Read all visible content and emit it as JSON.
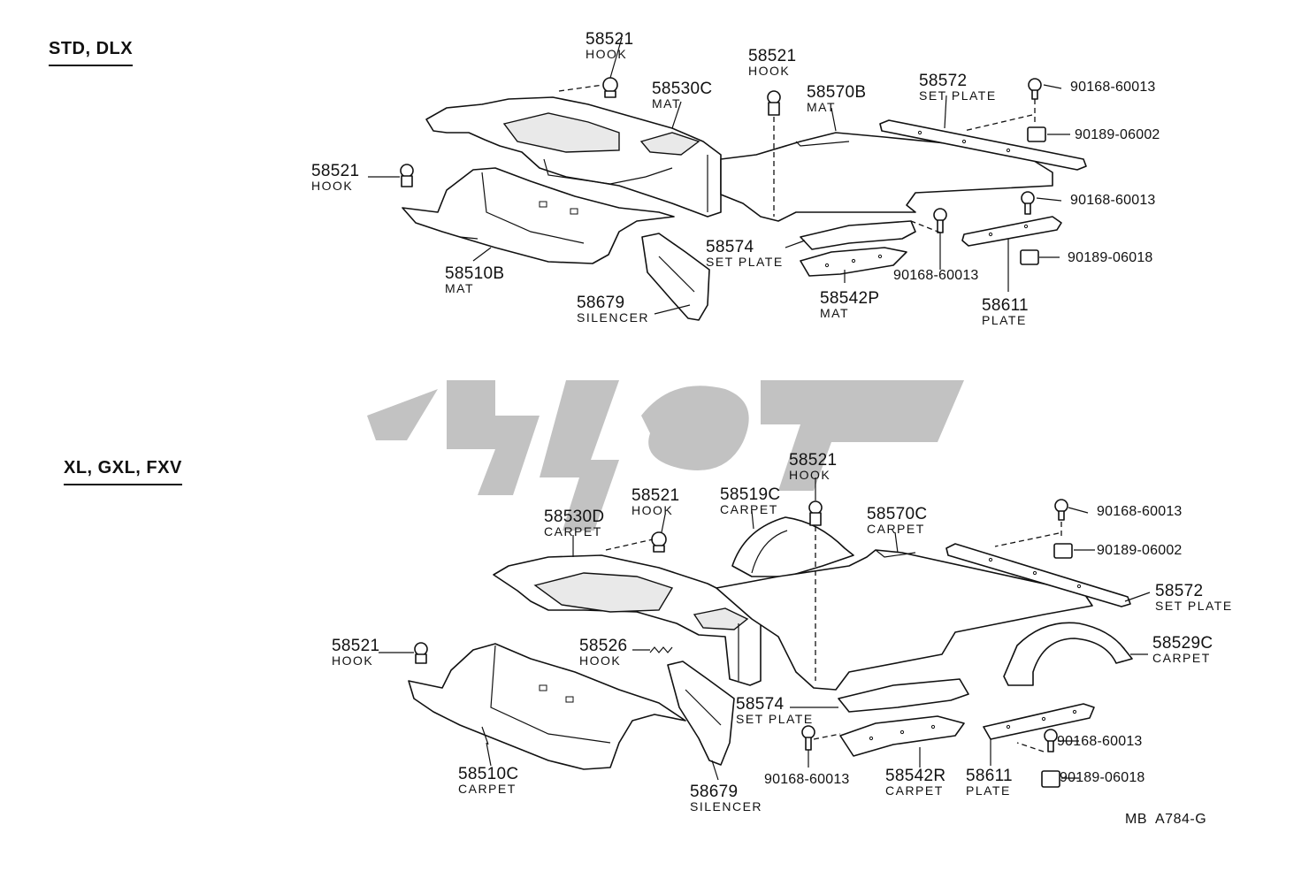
{
  "sections": {
    "top_title": "STD, DLX",
    "bottom_title": "XL, GXL, FXV"
  },
  "code": "MB  A784-G",
  "top": {
    "hook_a": {
      "num": "58521",
      "name": "HOOK"
    },
    "hook_b": {
      "num": "58521",
      "name": "HOOK"
    },
    "hook_c": {
      "num": "58521",
      "name": "HOOK"
    },
    "mat_530c": {
      "num": "58530C",
      "name": "MAT"
    },
    "mat_570b": {
      "num": "58570B",
      "name": "MAT"
    },
    "set_plate_572": {
      "num": "58572",
      "name": "SET PLATE"
    },
    "bolt_1": {
      "num": "90168-60013"
    },
    "nut_1": {
      "num": "90189-06002"
    },
    "bolt_2": {
      "num": "90168-60013"
    },
    "nut_2": {
      "num": "90189-06018"
    },
    "set_plate_574": {
      "num": "58574",
      "name": "SET PLATE"
    },
    "bolt_3": {
      "num": "90168-60013"
    },
    "mat_510b": {
      "num": "58510B",
      "name": "MAT"
    },
    "silencer": {
      "num": "58679",
      "name": "SILENCER"
    },
    "mat_542p": {
      "num": "58542P",
      "name": "MAT"
    },
    "plate_611": {
      "num": "58611",
      "name": "PLATE"
    }
  },
  "bottom": {
    "hook_a": {
      "num": "58521",
      "name": "HOOK"
    },
    "hook_b": {
      "num": "58521",
      "name": "HOOK"
    },
    "hook_c": {
      "num": "58521",
      "name": "HOOK"
    },
    "carpet_519c": {
      "num": "58519C",
      "name": "CARPET"
    },
    "carpet_530d": {
      "num": "58530D",
      "name": "CARPET"
    },
    "carpet_570c": {
      "num": "58570C",
      "name": "CARPET"
    },
    "bolt_1": {
      "num": "90168-60013"
    },
    "nut_1": {
      "num": "90189-06002"
    },
    "set_plate_572": {
      "num": "58572",
      "name": "SET PLATE"
    },
    "carpet_529c": {
      "num": "58529C",
      "name": "CARPET"
    },
    "hook_526": {
      "num": "58526",
      "name": "HOOK"
    },
    "set_plate_574": {
      "num": "58574",
      "name": "SET PLATE"
    },
    "bolt_2": {
      "num": "90168-60013"
    },
    "nut_2": {
      "num": "90189-06018"
    },
    "bolt_3": {
      "num": "90168-60013"
    },
    "carpet_542r": {
      "num": "58542R",
      "name": "CARPET"
    },
    "plate_611": {
      "num": "58611",
      "name": "PLATE"
    },
    "carpet_510c": {
      "num": "58510C",
      "name": "CARPET"
    },
    "silencer": {
      "num": "58679",
      "name": "SILENCER"
    }
  }
}
